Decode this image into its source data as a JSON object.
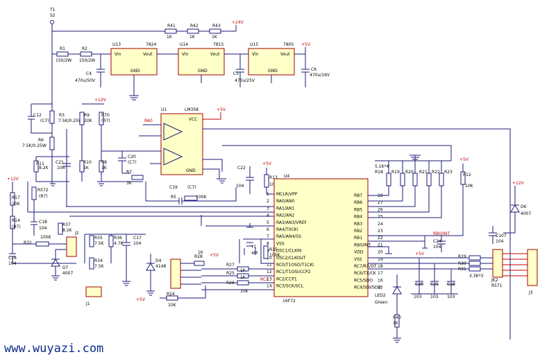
{
  "watermark": "www.wuyazi.com",
  "regulators": [
    {
      "ref": "U13",
      "part": "7824",
      "vin": "Vin",
      "vout": "Vout",
      "gnd": "GND"
    },
    {
      "ref": "U14",
      "part": "7815",
      "vin": "Vin",
      "vout": "Vout",
      "gnd": "GND"
    },
    {
      "ref": "U15",
      "part": "7805",
      "vin": "Vin",
      "vout": "Vout",
      "gnd": "GND"
    }
  ],
  "opamp": {
    "ref": "U1",
    "part": "LM358",
    "vcc": "VCC",
    "gnd": "GND"
  },
  "mcu": {
    "ref": "U4",
    "part": "16F72",
    "left_pins": [
      {
        "num": "1",
        "name": "MCLR/VPP"
      },
      {
        "num": "2",
        "name": "RA0/AN0"
      },
      {
        "num": "3",
        "name": "RA1/AN1"
      },
      {
        "num": "4",
        "name": "RA2/AN2"
      },
      {
        "num": "5",
        "name": "RA3/AN3/VREF"
      },
      {
        "num": "6",
        "name": "RA4/T0CKI"
      },
      {
        "num": "7",
        "name": "RA5/AN4/SS"
      },
      {
        "num": "8",
        "name": "VSS"
      },
      {
        "num": "9",
        "name": "OSC1/CLKIN"
      },
      {
        "num": "10",
        "name": "OSC2/CLKOUT"
      },
      {
        "num": "11",
        "name": "RC0/T1OSO/T1CKI"
      },
      {
        "num": "12",
        "name": "RC1/T1OSI/CCP2"
      },
      {
        "num": "13",
        "name": "RC2/CCP1"
      },
      {
        "num": "14",
        "name": "RC3/SCK/SCL"
      }
    ],
    "right_pins": [
      {
        "num": "28",
        "name": "RB7"
      },
      {
        "num": "27",
        "name": "RB6"
      },
      {
        "num": "26",
        "name": "RB5"
      },
      {
        "num": "25",
        "name": "RB4"
      },
      {
        "num": "24",
        "name": "RB3"
      },
      {
        "num": "23",
        "name": "RB2"
      },
      {
        "num": "22",
        "name": "RB1"
      },
      {
        "num": "21",
        "name": "RB0/INT"
      },
      {
        "num": "20",
        "name": "VDD"
      },
      {
        "num": "19",
        "name": "VSS"
      },
      {
        "num": "18",
        "name": "RC7/RX/DT"
      },
      {
        "num": "17",
        "name": "RC6/TX/CK"
      },
      {
        "num": "16",
        "name": "RC5/SDO"
      },
      {
        "num": "15",
        "name": "RC4/SDI/SDA"
      }
    ]
  },
  "labels": {
    "t1": "T1",
    "s2": "S2",
    "r1": "R1",
    "r1v": "150/2W",
    "r2": "R2",
    "r2v": "150/2W",
    "c4": "C4",
    "c4v": "470u/50V",
    "c5": "C5",
    "c5v": "470u/25V",
    "c6": "C6",
    "c6v": "470u/16V",
    "r41": "R41",
    "r42": "R42",
    "r43": "R43",
    "k1": "1K",
    "p24": "+24V",
    "p12": "+12V",
    "p5": "+5V",
    "c12": "C12",
    "c7": "(C7)",
    "r3": "R3",
    "r3v": "7.5K/0.25W",
    "r6": "R6",
    "r6v": "7.5K/0.25W",
    "r9": "R9",
    "r9v": "20K",
    "r70": "R70",
    "r70v": "(R7)",
    "r11": "R11",
    "r11v": "8.2K",
    "c21": "C21",
    "c21v": "104",
    "r10": "R10",
    "r10v": "1K",
    "r8": "R8",
    "r8v": "1K",
    "c20": "C20",
    "r7": "R7",
    "r7v": "3K",
    "ra0": "RA0",
    "c19": "C19",
    "r5": "R5",
    "r5v": "100K",
    "c22": "C22",
    "c22v": "104",
    "r13": "R13",
    "r13v": "10K",
    "r17": "R17",
    "r17v": "10K",
    "r14": "R14",
    "r14v": "(R7)",
    "r572": "R572",
    "r572v": "(R7)",
    "c18": "C18",
    "c18v": "104",
    "r37": "R37",
    "r37v": "8.2K",
    "r32": "R32",
    "r32v": "100K",
    "j2": "J2",
    "c16": "C16",
    "c16v": "104",
    "d7": "D7",
    "d7v": "4007",
    "r35": "R35",
    "r35v": "7.5K",
    "r36": "R36",
    "r36v": "4.7K",
    "c17": "C17",
    "c17v": "104",
    "r34": "R34",
    "r34v": "7.5K",
    "j1": "J1",
    "d4": "D4",
    "d4v": "4148",
    "r28": "R28",
    "r24": "R24",
    "r24v": "10K",
    "r27": "R27",
    "r25": "R25",
    "r26": "R26",
    "k10": "10K",
    "y1": "Y1",
    "y1v": "4M",
    "r15": "R15",
    "r15v": "100K",
    "rc1": "RC1",
    "r18": "R18",
    "r18v": "5.1K*4",
    "r19": "R19",
    "r20": "R20",
    "r21": "R21",
    "r22": "R22",
    "r23": "R23",
    "r12": "R12",
    "r12v": "10K",
    "rb0int": "RB0/INT",
    "c24": "C24",
    "c24v": "104",
    "r29": "R29",
    "r30": "R30",
    "r31": "R31",
    "r33": "3.3K*3",
    "c30": "C30",
    "c31": "C31",
    "c32": "C32",
    "c103": "103",
    "d6": "D6",
    "d6v": "4007",
    "c107": "C107",
    "c107v": "104",
    "jk2": "JK2",
    "r571": "R571",
    "j3": "J3",
    "led2": "LED2",
    "green": "Green",
    "r40": "R40",
    "r40v": "1K"
  },
  "colors": {
    "wire": "#1a1a7a",
    "red": "#c00000",
    "box": "#ffffc8",
    "watermark": "#0b2a8a"
  }
}
